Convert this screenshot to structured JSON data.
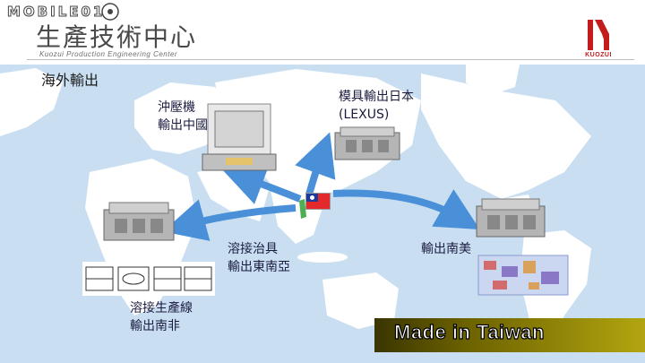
{
  "header": {
    "watermark": "MOBILE01",
    "title": "生產技術中心",
    "subtitle": "Kuozui  Production  Engineering  Center",
    "logo_text": "KUOZUI"
  },
  "section_label": "海外輸出",
  "labels": {
    "press_line1": "沖壓機",
    "press_line2": "輸出中國",
    "mold_line1": "模具輸出日本",
    "mold_line2": "(LEXUS)",
    "jig_line1": "溶接治具",
    "jig_line2": "輸出東南亞",
    "weld_line1": "溶接生產線",
    "weld_line2": "輸出南非",
    "samerica": "輸出南美"
  },
  "banner": "Made in Taiwan",
  "colors": {
    "ocean": "#c9dff1",
    "land": "#ffffff",
    "arrow": "#4a90d9",
    "brand_red": "#c21c1c"
  },
  "icons": [
    "taiwan-flag-icon",
    "kuozui-logo-icon",
    "watermark-icon"
  ]
}
